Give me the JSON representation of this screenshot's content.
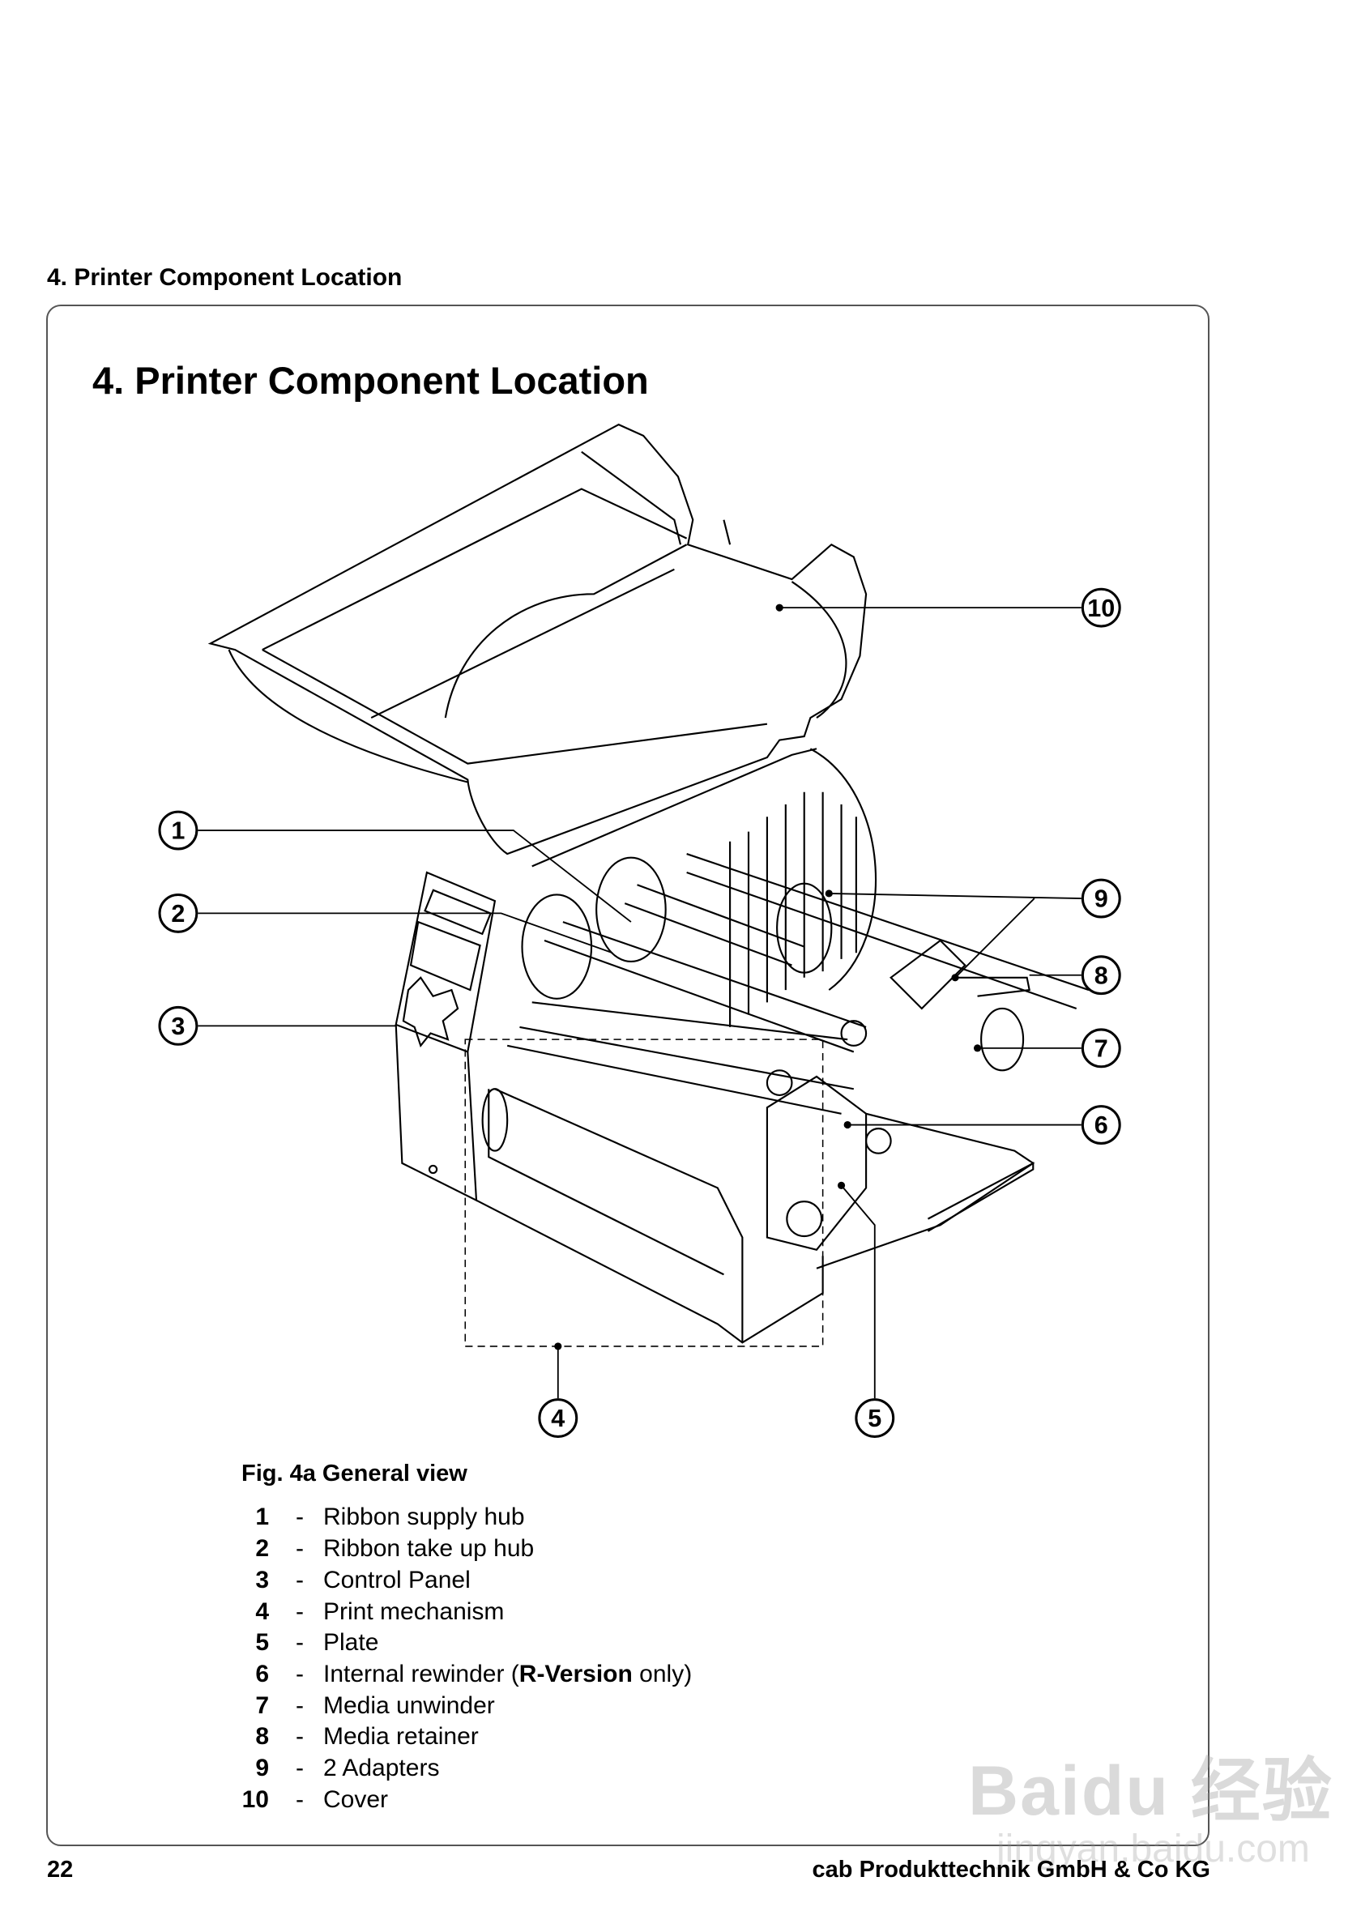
{
  "running_header": "4. Printer Component Location",
  "page_title": "4. Printer Component Location",
  "figure": {
    "callouts": [
      "1",
      "2",
      "3",
      "4",
      "5",
      "6",
      "7",
      "8",
      "9",
      "10"
    ],
    "caption": "Fig. 4a  General view"
  },
  "legend": [
    {
      "num": "1",
      "dash": "-",
      "text": "Ribbon supply hub"
    },
    {
      "num": "2",
      "dash": "-",
      "text": "Ribbon take up hub"
    },
    {
      "num": "3",
      "dash": "-",
      "text": "Control Panel"
    },
    {
      "num": "4",
      "dash": "-",
      "text": "Print mechanism"
    },
    {
      "num": "5",
      "dash": "-",
      "text": "Plate"
    },
    {
      "num": "6",
      "dash": "-",
      "text": "Internal rewinder (",
      "bold": "R-Version",
      "after": " only)"
    },
    {
      "num": "7",
      "dash": "-",
      "text": "Media unwinder"
    },
    {
      "num": "8",
      "dash": "-",
      "text": "Media retainer"
    },
    {
      "num": "9",
      "dash": "-",
      "text": "2 Adapters"
    },
    {
      "num": "10",
      "dash": "-",
      "text": "Cover"
    }
  ],
  "footer": {
    "page_number": "22",
    "company": "cab Produkttechnik GmbH & Co KG"
  },
  "watermark": {
    "text": "Baidu 经验",
    "sub": "jingyan.baidu.com"
  }
}
